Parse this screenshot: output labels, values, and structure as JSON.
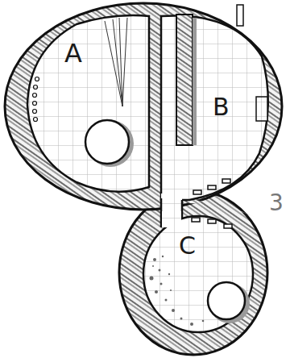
{
  "diagram": {
    "labels": [
      "A",
      "B",
      "C",
      "3"
    ]
  }
}
